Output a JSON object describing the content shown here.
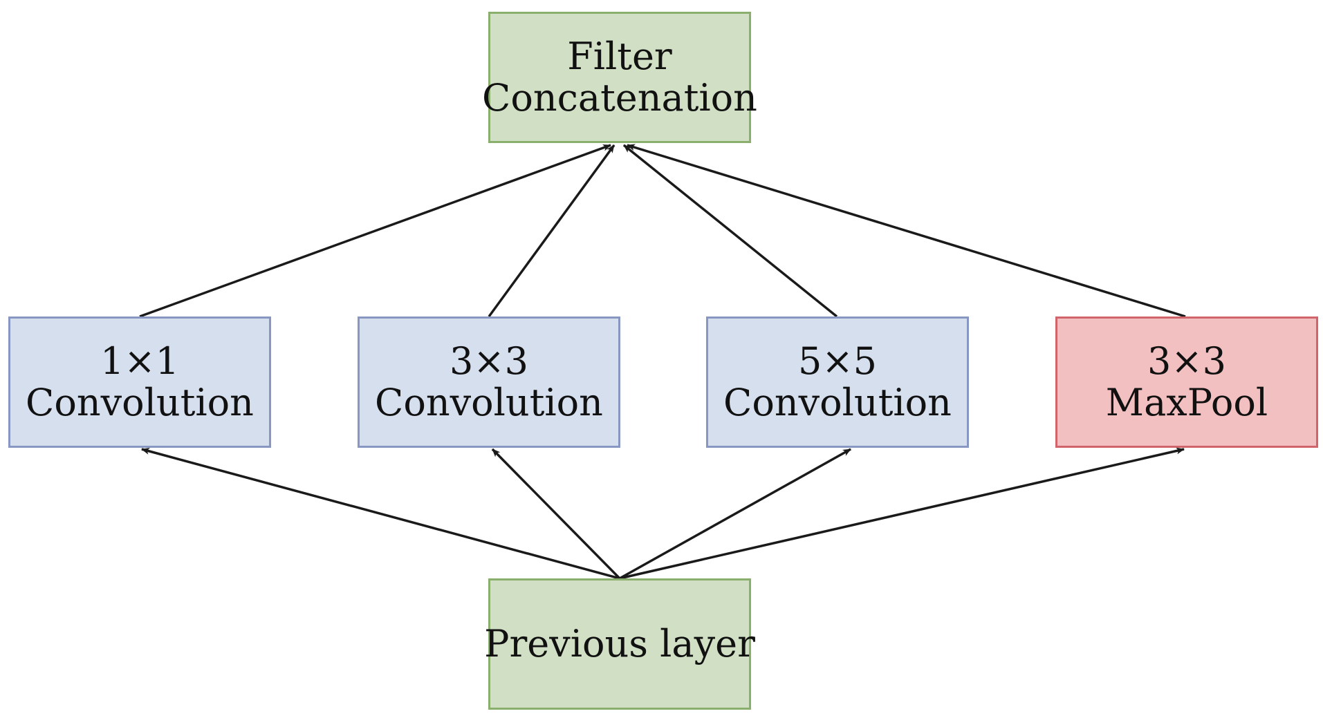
{
  "colors": {
    "green_fill": "#d1e0c5",
    "green_border": "#8aae6c",
    "blue_fill": "#d6dfee",
    "blue_border": "#8797c2",
    "red_fill": "#f2c0c0",
    "red_border": "#d0646a",
    "arrow": "#1a1a1a"
  },
  "nodes": {
    "filter_concat": {
      "line1": "Filter",
      "line2": "Concatenation"
    },
    "conv_1x1": {
      "line1": "1×1",
      "line2": "Convolution"
    },
    "conv_3x3": {
      "line1": "3×3",
      "line2": "Convolution"
    },
    "conv_5x5": {
      "line1": "5×5",
      "line2": "Convolution"
    },
    "maxpool_3x3": {
      "line1": "3×3",
      "line2": "MaxPool"
    },
    "previous_layer": {
      "line1": "Previous layer"
    }
  },
  "edges": [
    {
      "from": "previous_layer",
      "to": "conv_1x1"
    },
    {
      "from": "previous_layer",
      "to": "conv_3x3"
    },
    {
      "from": "previous_layer",
      "to": "conv_5x5"
    },
    {
      "from": "previous_layer",
      "to": "maxpool_3x3"
    },
    {
      "from": "conv_1x1",
      "to": "filter_concat"
    },
    {
      "from": "conv_3x3",
      "to": "filter_concat"
    },
    {
      "from": "conv_5x5",
      "to": "filter_concat"
    },
    {
      "from": "maxpool_3x3",
      "to": "filter_concat"
    }
  ]
}
